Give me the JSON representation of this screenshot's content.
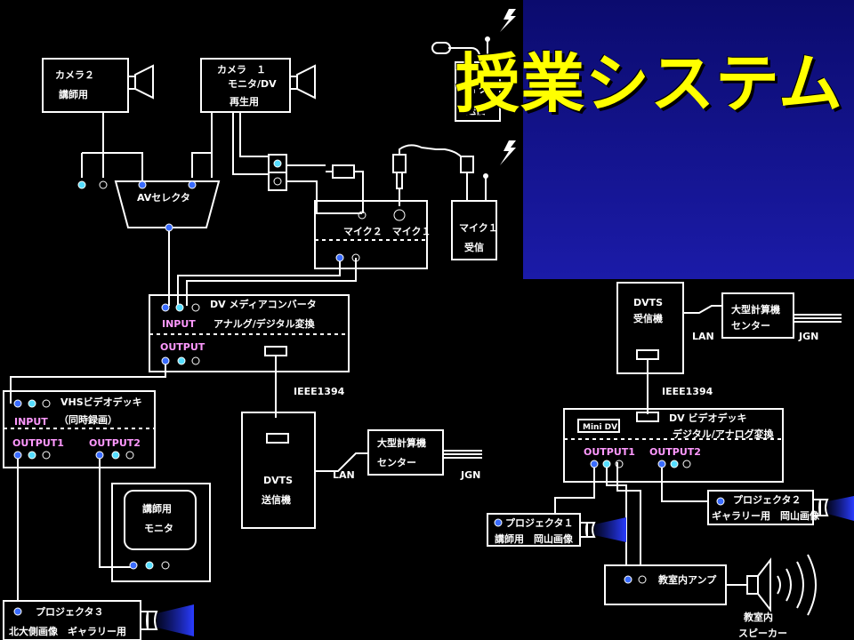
{
  "title": "授業システム",
  "labels": {
    "camera2_a": "カメラ２",
    "camera2_b": "講師用",
    "camera1_a": "カメラ　１",
    "camera1_b": "モニタ/DV",
    "camera1_c": "再生用",
    "av_selector": "AVセレクタ",
    "mic_unit": "マイク２　マイク１",
    "mic1_a": "マイク１",
    "mic1_b": "受信",
    "mic2_a": "マイク",
    "mic2_b": "送信",
    "conv_title": "DV メディアコンバータ",
    "conv_input": "INPUT",
    "conv_sub": "アナルグ/デジタル変換",
    "conv_output": "OUTPUT",
    "ieee_left": "IEEE1394",
    "dvts_send_a": "DVTS",
    "dvts_send_b": "送信機",
    "lan_left": "LAN",
    "center_left_a": "大型計算機",
    "center_left_b": "センター",
    "jgn_left": "JGN",
    "vhs_title": "VHSビデオデッキ",
    "vhs_input": "INPUT",
    "vhs_sub": "（同時録画）",
    "vhs_out1": "OUTPUT1",
    "vhs_out2": "OUTPUT2",
    "monitor_a": "講師用",
    "monitor_b": "モニタ",
    "proj3_a": "プロジェクタ３",
    "proj3_b": "北大側画像　ギャラリー用",
    "dvts_recv_a": "DVTS",
    "dvts_recv_b": "受信機",
    "lan_right": "LAN",
    "center_right_a": "大型計算機",
    "center_right_b": "センター",
    "jgn_right": "JGN",
    "ieee_right": "IEEE1394",
    "minidv": "Mini DV",
    "deck_title": "DV ビデオデッキ",
    "deck_sub": "デジタル/アナログ変換",
    "deck_out1": "OUTPUT1",
    "deck_out2": "OUTPUT2",
    "proj1_a": "プロジェクタ１",
    "proj1_b": "講師用　岡山画像",
    "proj2_a": "プロジェクタ２",
    "proj2_b": "ギャラリー用　岡山画像",
    "amp": "教室内アンプ",
    "speaker_a": "教室内",
    "speaker_b": "スピーカー"
  },
  "colors": {
    "background": "#000000",
    "title_panel": "#1414a0",
    "title_text": "#ffff00",
    "lines": "#ffffff",
    "port_blue": "#3a6cff",
    "port_cyan": "#55ddff",
    "io_label": "#ff99ff",
    "projector_beam": "#2233cc"
  }
}
